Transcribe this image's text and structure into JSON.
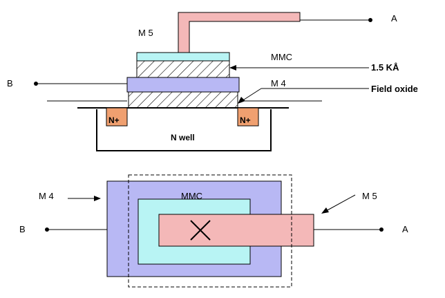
{
  "labels": {
    "node_a": "A",
    "node_b": "B",
    "m5": "M 5",
    "m4": "M 4",
    "mmc": "MMC",
    "thickness": "1.5 KÅ",
    "field_oxide": "Field oxide",
    "n_plus": "N+",
    "n_well": "N well"
  },
  "colors": {
    "m5": "#f4b8b8",
    "mmc": "#b8f4f4",
    "m4": "#b8b8f4",
    "n_plus": "#f0a070",
    "line": "#000000"
  }
}
